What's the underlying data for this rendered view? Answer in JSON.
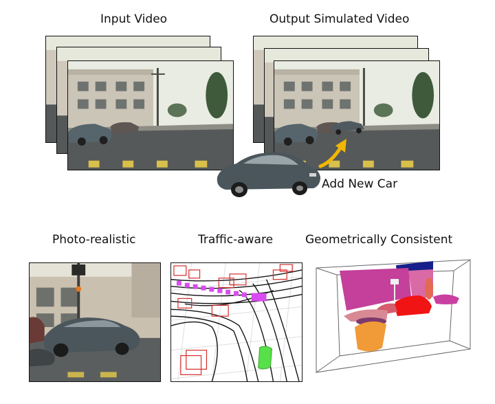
{
  "labels": {
    "input_video": "Input Video",
    "output_video": "Output Simulated Video",
    "add_new_car": "Add New Car",
    "photo_realistic": "Photo-realistic",
    "traffic_aware": "Traffic-aware",
    "geometric": "Geometrically Consistent"
  },
  "colors": {
    "arrow": "#f2b705",
    "lane_highlight": "#d84cf0",
    "inserted_car_box": "#58e04a",
    "bbox": "#d42a2a",
    "sky": "#e9ece2",
    "road": "#505456"
  },
  "icons": [
    "car-icon",
    "arrow-icon"
  ]
}
